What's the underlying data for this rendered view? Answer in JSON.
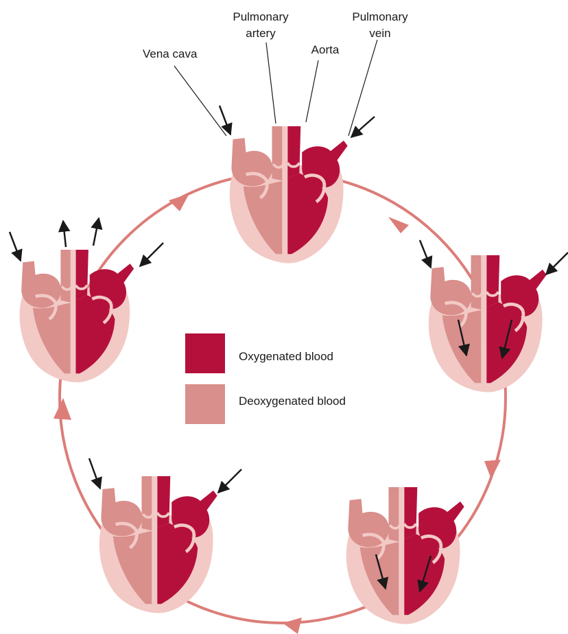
{
  "labels": {
    "vena_cava": "Vena cava",
    "pulmonary_artery_1": "Pulmonary",
    "pulmonary_artery_2": "artery",
    "aorta": "Aorta",
    "pulmonary_vein_1": "Pulmonary",
    "pulmonary_vein_2": "vein"
  },
  "legend": {
    "oxygenated": "Oxygenated blood",
    "deoxygenated": "Deoxygenated blood"
  },
  "colors": {
    "oxygenated": "#b5103c",
    "deoxygenated": "#d98f8c",
    "tissue": "#f2c9c5",
    "cycle": "#dc7d78",
    "arrow": "#1a1a1a"
  }
}
